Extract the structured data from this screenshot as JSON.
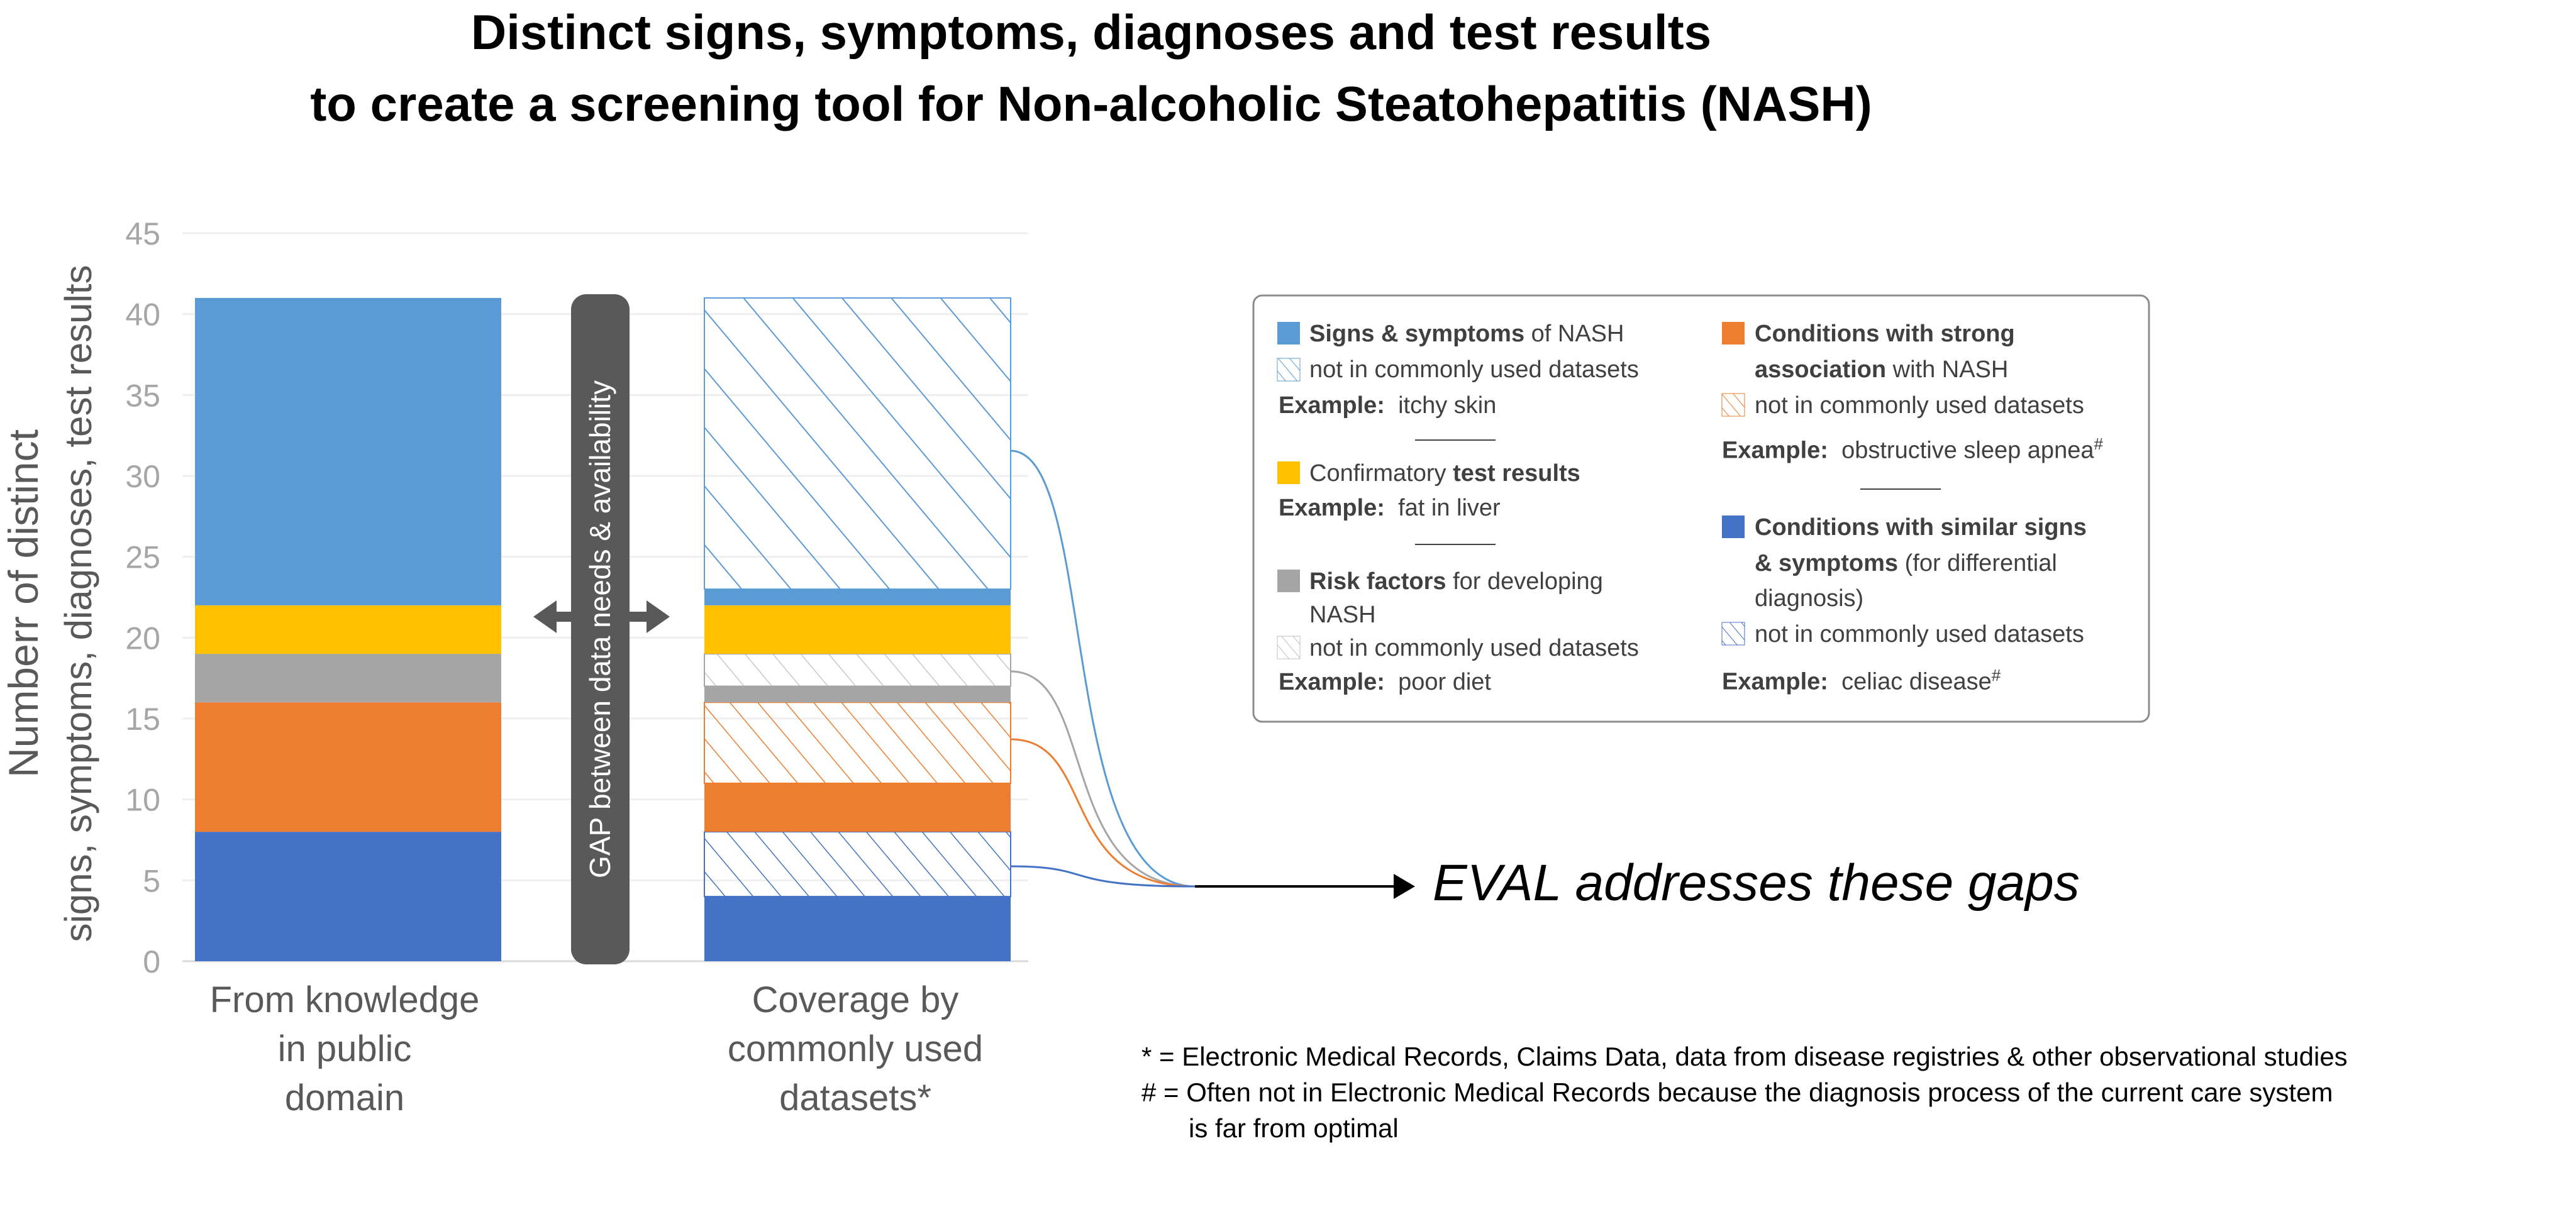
{
  "title": {
    "line1": "Distinct signs, symptoms, diagnoses and test results",
    "line2": "to create a screening tool for Non-alcoholic Steatohepatitis (NASH)"
  },
  "chart_data": {
    "type": "bar",
    "stacked": true,
    "categories": [
      "From knowledge\nin public\ndomain",
      "Coverage by\ncommonly used\ndatasets*"
    ],
    "ylabel": "Numberr of distinct\nsigns, symptoms, diagnoses, test results",
    "ylim": [
      0,
      45
    ],
    "yticks": [
      0,
      5,
      10,
      15,
      20,
      25,
      30,
      35,
      40,
      45
    ],
    "grid": true,
    "legend_position": "right",
    "series": [
      {
        "name": "Conditions with similar signs & symptoms (for differential diagnosis)",
        "color": "#4472C4",
        "values": [
          8,
          4
        ]
      },
      {
        "name": "Conditions with similar signs & symptoms not in commonly used datasets",
        "color": "#4472C4",
        "hatched": true,
        "values": [
          0,
          4
        ]
      },
      {
        "name": "Conditions with strong association with NASH",
        "color": "#ED7D31",
        "values": [
          8,
          3
        ]
      },
      {
        "name": "Conditions with strong association not in commonly used datasets",
        "color": "#ED7D31",
        "hatched": true,
        "values": [
          0,
          5
        ]
      },
      {
        "name": "Risk factors for developing NASH",
        "color": "#A5A5A5",
        "values": [
          3,
          1
        ]
      },
      {
        "name": "Risk factors not in commonly used datasets",
        "color": "#A5A5A5",
        "hatched": true,
        "values": [
          0,
          2
        ]
      },
      {
        "name": "Confirmatory test results",
        "color": "#FFC000",
        "values": [
          3,
          3
        ]
      },
      {
        "name": "Signs & symptoms of NASH",
        "color": "#5B9BD5",
        "values": [
          19,
          1
        ]
      },
      {
        "name": "Signs & symptoms not in commonly used datasets",
        "color": "#5B9BD5",
        "hatched": true,
        "values": [
          0,
          18
        ]
      }
    ],
    "gap_label": "GAP between data needs & availability",
    "eval_label": "EVAL addresses these gaps"
  },
  "legend": {
    "signs": {
      "bold": "Signs & symptoms",
      "rest": " of NASH",
      "color": "#5B9BD5"
    },
    "signs_not": "not in commonly used datasets",
    "signs_ex_label": "Example:",
    "signs_ex": "itchy skin",
    "test": {
      "pre": "Confirmatory ",
      "bold": "test results",
      "color": "#FFC000"
    },
    "test_ex_label": "Example:",
    "test_ex": "fat in liver",
    "risk": {
      "bold": "Risk factors",
      "rest": " for developing",
      "line2": "NASH",
      "color": "#A5A5A5"
    },
    "risk_not": "not in commonly used datasets",
    "risk_ex_label": "Example:",
    "risk_ex": "poor diet",
    "assoc": {
      "bold1": "Conditions with strong",
      "bold2": "association",
      "rest": " with NASH",
      "color": "#ED7D31"
    },
    "assoc_not": "not in commonly used datasets",
    "assoc_ex_label": "Example:",
    "assoc_ex": "obstructive sleep apnea",
    "similar": {
      "bold1": "Conditions with similar signs",
      "bold2": "& symptoms",
      "rest": " (for differential",
      "line3": "diagnosis)",
      "color": "#4472C4"
    },
    "similar_not": "not in commonly used datasets",
    "similar_ex_label": "Example:",
    "similar_ex": "celiac disease",
    "hash": "#"
  },
  "footnotes": {
    "star": "* = Electronic Medical Records, Claims Data,  data from disease registries & other observational studies",
    "hash1": "# = Often not in Electronic Medical Records because the diagnosis process of the current care system",
    "hash2": "is far from optimal"
  }
}
